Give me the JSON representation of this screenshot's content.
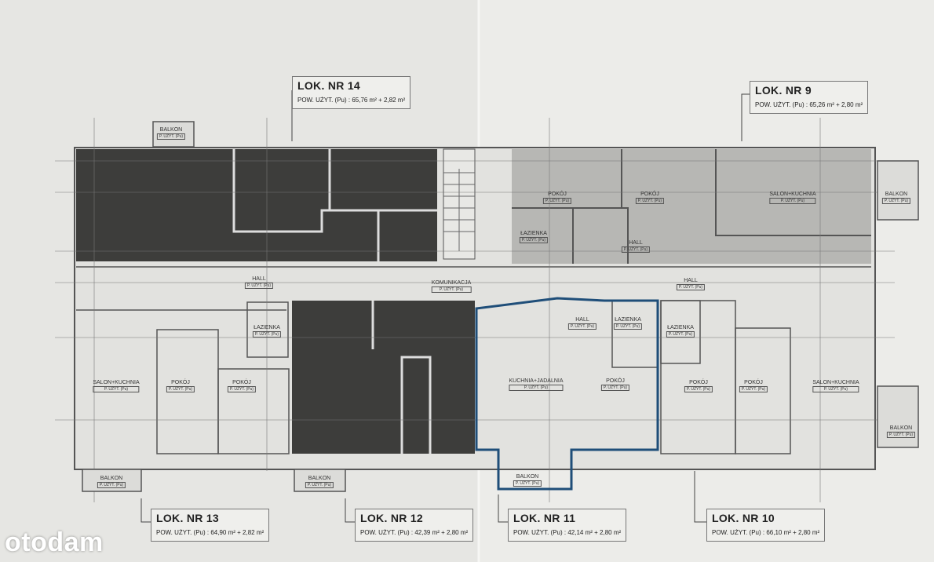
{
  "units": [
    {
      "label": "LOK. NR 14",
      "area": "POW. UŻYT. (Pu) : 65,76 m² + 2,82 m²",
      "suffix": "BALKON"
    },
    {
      "label": "LOK. NR 9",
      "area": "POW. UŻYT. (Pu) : 65,26 m² + 2,80 m²",
      "suffix": "BALKON"
    },
    {
      "label": "LOK. NR 13",
      "area": "POW. UŻYT. (Pu) : 64,90 m² + 2,82 m²",
      "suffix": "BALKON"
    },
    {
      "label": "LOK. NR 12",
      "area": "POW. UŻYT. (Pu) : 42,39 m² + 2,80 m²",
      "suffix": "BALKON"
    },
    {
      "label": "LOK. NR 11",
      "area": "POW. UŻYT. (Pu) : 42,14 m² + 2,80 m²",
      "suffix": "BALKON"
    },
    {
      "label": "LOK. NR 10",
      "area": "POW. UŻYT. (Pu) : 66,10 m² + 2,80 m²",
      "suffix": "BALKON"
    }
  ],
  "rooms": {
    "komunikacja": "KOMUNIKACJA",
    "hall": "HALL",
    "pokoj": "POKÓJ",
    "lazienka": "ŁAZIENKA",
    "salon": "SALON+KUCHNIA",
    "kuchnia": "KUCHNIA+JADALNIA",
    "balkon": "BALKON",
    "area_tag": "P. UŻYT. (Pu)"
  },
  "colors": {
    "paper": "#e6e6e3",
    "dark": "#3d3d3b",
    "grey": "#b7b7b4",
    "highlight": "#1f4e79"
  },
  "watermark": "otodam"
}
